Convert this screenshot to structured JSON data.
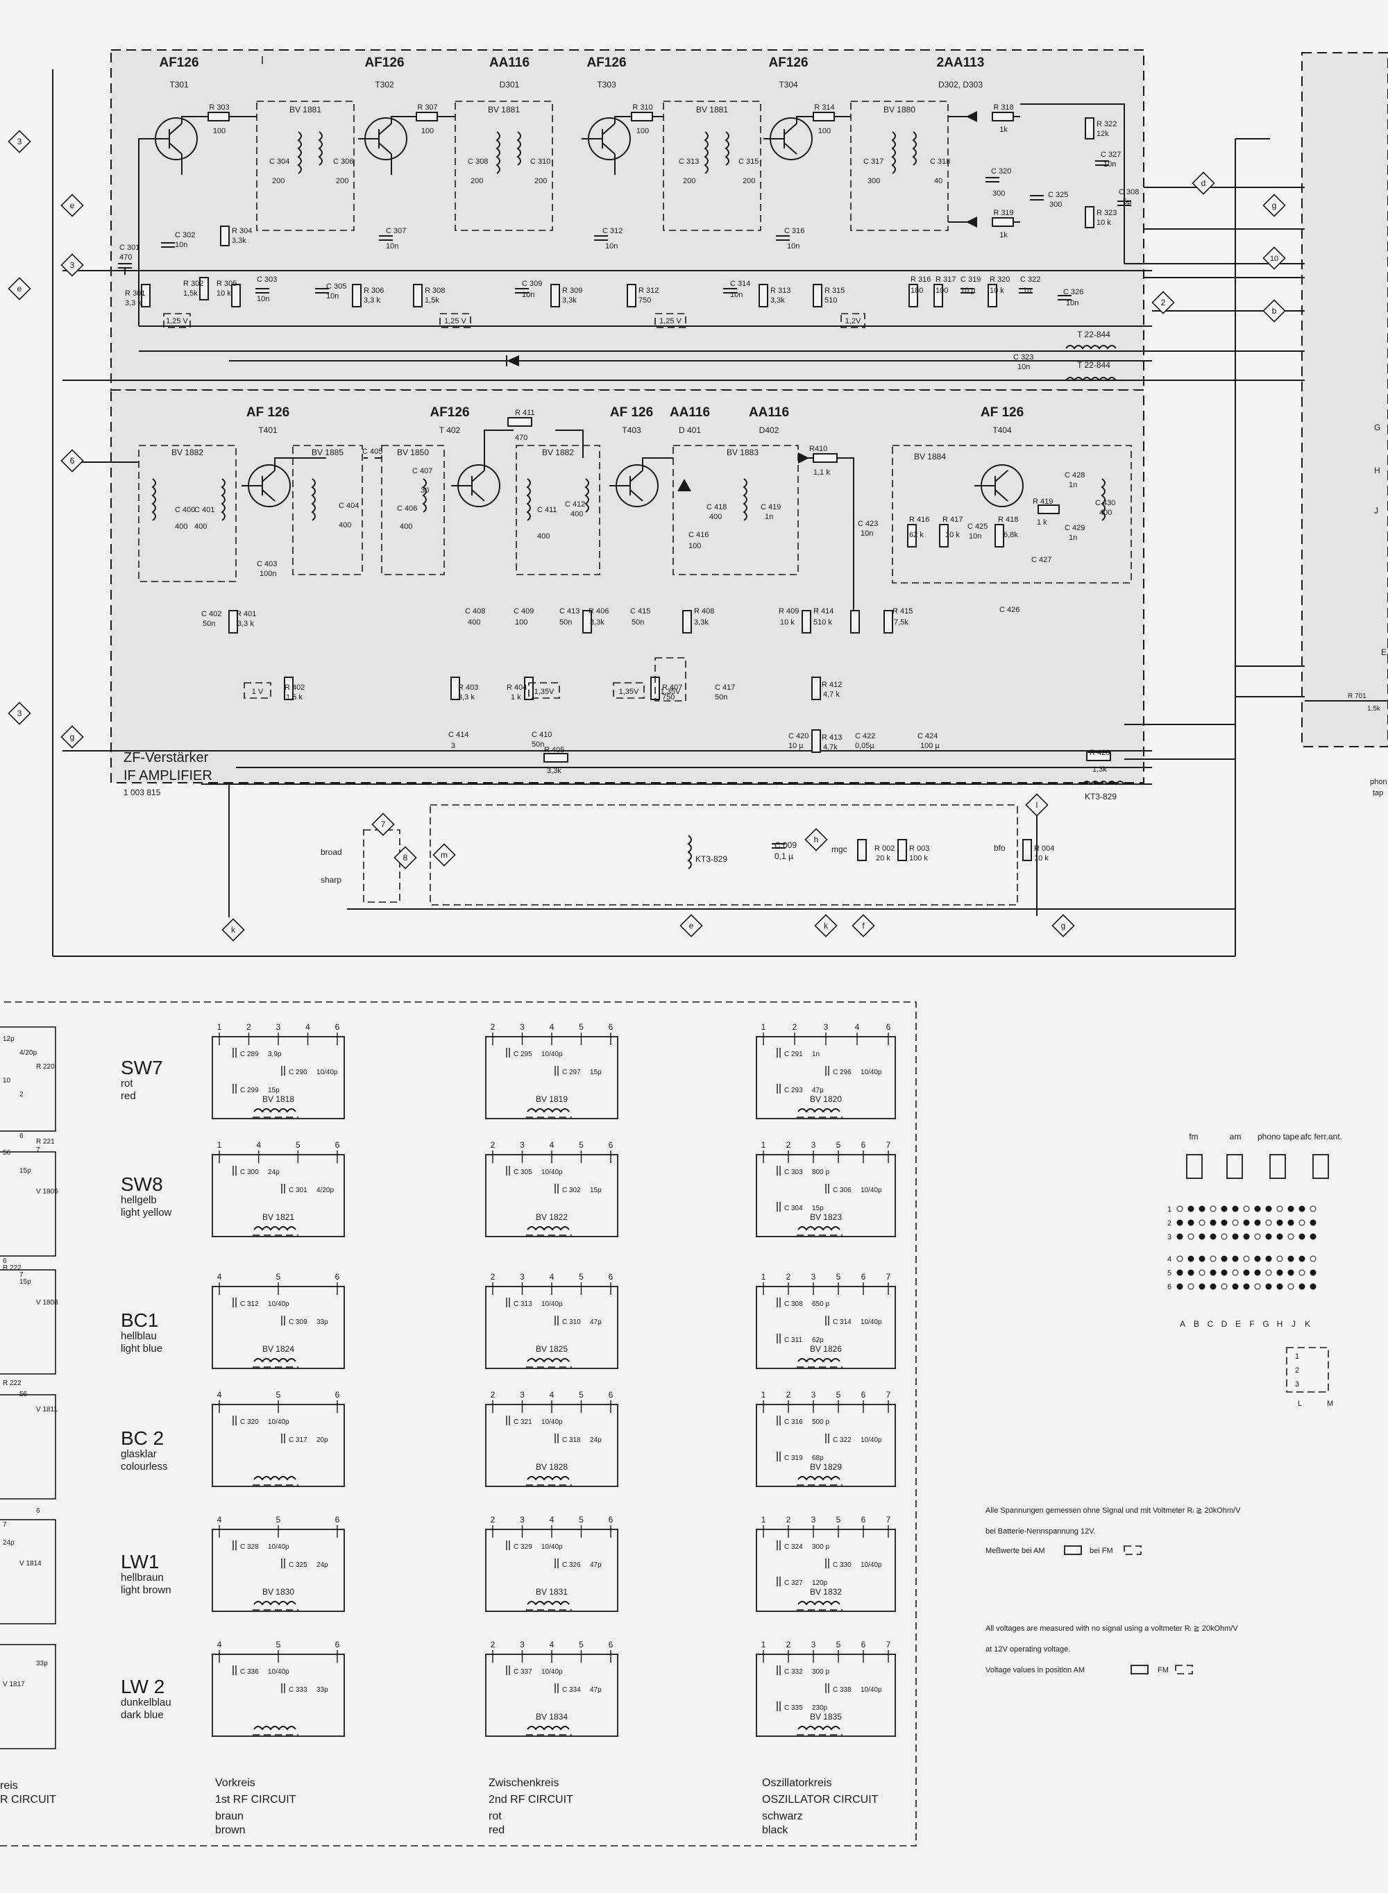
{
  "rf_stage": {
    "transistors": [
      {
        "type": "AF126",
        "ref": "T301"
      },
      {
        "type": "AF126",
        "ref": "T302"
      },
      {
        "type": "AA116",
        "ref": "D301"
      },
      {
        "type": "AF126",
        "ref": "T303"
      },
      {
        "type": "AF126",
        "ref": "T304"
      },
      {
        "type": "2AA113",
        "ref": "D302, D303"
      }
    ],
    "marker_i": "I",
    "coils": [
      "BV 1881",
      "BV 1881",
      "BV 1881",
      "BV 1880"
    ],
    "resistors": [
      "R 303",
      "100",
      "R 307",
      "100",
      "R 310",
      "100",
      "R 314",
      "100",
      "R 318",
      "1k",
      "R 319",
      "1k",
      "R 322",
      "12k",
      "R 323",
      "10 k",
      "R 304",
      "3,3k",
      "R 301",
      "3,3 k",
      "R 302",
      "1,5k",
      "R 305",
      "10 k",
      "R 306",
      "3,3 k",
      "R 308",
      "1,5k",
      "R 309",
      "3,3k",
      "R 312",
      "750",
      "R 313",
      "3,3k",
      "R 315",
      "510",
      "R 316",
      "180",
      "R 317",
      "100",
      "R 320",
      "10 k"
    ],
    "capacitors": [
      "C 301",
      "470",
      "C 302",
      "10n",
      "C 303",
      "10n",
      "C 304",
      "200",
      "C 305",
      "10n",
      "C 306",
      "200",
      "C 307",
      "10n",
      "C 308",
      "200",
      "C 309",
      "10n",
      "C 310",
      "200",
      "C 312",
      "10n",
      "C 313",
      "200",
      "C 314",
      "10n",
      "C 315",
      "200",
      "C 316",
      "10n",
      "C 317",
      "300",
      "C 318",
      "40",
      "C 319",
      "10 µ",
      "C 320",
      "300",
      "C 322",
      "1n",
      "C 323",
      "10n",
      "C 325",
      "300",
      "C 326",
      "10n",
      "C 327",
      "10n",
      "C 308",
      "5µ"
    ],
    "voltages": [
      "1,25 V",
      "1,25 V",
      "1,25 V",
      "1,2V"
    ],
    "transformers": [
      "T 22-844",
      "T 22-844"
    ]
  },
  "if_stage": {
    "transistors": [
      {
        "type": "AF 126",
        "ref": "T401"
      },
      {
        "type": "AF126",
        "ref": "T 402"
      },
      {
        "type": "AF 126",
        "ref": "T403"
      },
      {
        "type": "AA116",
        "ref": "D 401"
      },
      {
        "type": "AA116",
        "ref": "D402"
      },
      {
        "type": "AF 126",
        "ref": "T404"
      }
    ],
    "coils": [
      "BV 1882",
      "BV 1885",
      "BV 1850",
      "BV 1882",
      "BV 1883",
      "BV 1884"
    ],
    "title_de": "ZF-Verstärker",
    "title_en": "IF AMPLIFIER",
    "part_no": "1 003 815",
    "labels": [
      "R 411",
      "470",
      "R410",
      "1,1 k",
      "C 400",
      "400",
      "C 401",
      "400",
      "C 402",
      "50n",
      "R 401",
      "3,3 k",
      "C 403",
      "100n",
      "R 402",
      "1,5 k",
      "C 405",
      "C 404",
      "400",
      "C 406",
      "400",
      "C 407",
      "30",
      "C 408",
      "400",
      "C 409",
      "100",
      "C 411",
      "400",
      "C 412",
      "400",
      "C 413",
      "50n",
      "R 406",
      "3,3k",
      "R 403",
      "3,3 k",
      "R 404",
      "1 k",
      "C 410",
      "50n",
      "R 405",
      "3,3k",
      "C 414",
      "3",
      "C 415",
      "50n",
      "R 407",
      "750",
      "C 417",
      "50n",
      "R 408",
      "3,3k",
      "C 416",
      "100",
      "C 418",
      "400",
      "C 419",
      "1n",
      "C 423",
      "10n",
      "R 409",
      "10 k",
      "R 414",
      "510 k",
      "R 415",
      "7,5k",
      "R 412",
      "4,7 k",
      "R 413",
      "4,7k",
      "C 420",
      "10 µ",
      "C 422",
      "0,05µ",
      "C 424",
      "100 µ",
      "R 416",
      "62 k",
      "R 417",
      "10 k",
      "C 425",
      "10n",
      "R 418",
      "6,8k",
      "R 419",
      "1 k",
      "C 426",
      "C 427",
      "C 428",
      "1n",
      "C 429",
      "1n",
      "C 430",
      "400",
      "R 420",
      "1,3k",
      "KT3-829"
    ],
    "voltages": [
      "1 V",
      "1,35V",
      "1,35V",
      "1,35V"
    ]
  },
  "bottom_controls": {
    "broad": "broad",
    "sharp": "sharp",
    "mgc": "mgc",
    "bfo": "bfo",
    "kt": "KT3-829",
    "c009": "C 009",
    "c009v": "0,1 µ",
    "r002": "R 002",
    "r002v": "20 k",
    "r003": "R 003",
    "r003v": "100 k",
    "r004": "R 004",
    "r004v": "10 k"
  },
  "connectors": [
    "d",
    "g",
    "10",
    "b",
    "h",
    "l",
    "k",
    "e",
    "f",
    "m",
    "7",
    "8",
    "2",
    "3",
    "6"
  ],
  "right_side": {
    "letters": [
      "G",
      "H",
      "J",
      "E"
    ],
    "r701": "R 701",
    "r701v": "1,5k",
    "phono": "phon",
    "tape": "tap"
  },
  "bands": [
    {
      "code": "SW7",
      "de": "rot",
      "en": "red"
    },
    {
      "code": "SW8",
      "de": "hellgelb",
      "en": "light yellow"
    },
    {
      "code": "BC1",
      "de": "hellblau",
      "en": "light blue"
    },
    {
      "code": "BC 2",
      "de": "glasklar",
      "en": "colourless"
    },
    {
      "code": "LW1",
      "de": "hellbraun",
      "en": "light brown"
    },
    {
      "code": "LW 2",
      "de": "dunkelblau",
      "en": "dark blue"
    }
  ],
  "vorkreis": {
    "title_de": "Vorkreis",
    "title_en": "1st RF CIRCUIT",
    "color_de": "braun",
    "color_en": "brown",
    "rows": [
      {
        "coil": "BV 1818",
        "caps": [
          "C 289",
          "3,9p",
          "C 290",
          "10/40p",
          "C 299",
          "15p"
        ],
        "pins": [
          "1",
          "2",
          "3",
          "4",
          "6"
        ]
      },
      {
        "coil": "BV 1821",
        "caps": [
          "C 300",
          "24p",
          "C 301",
          "4/20p"
        ],
        "pins": [
          "1",
          "4",
          "5",
          "6"
        ]
      },
      {
        "coil": "BV 1824",
        "caps": [
          "C 312",
          "10/40p",
          "C 309",
          "33p"
        ],
        "pins": [
          "4",
          "5",
          "6"
        ]
      },
      {
        "coil": "",
        "caps": [
          "C 320",
          "10/40p",
          "C 317",
          "20p"
        ],
        "pins": [
          "4",
          "5",
          "6"
        ]
      },
      {
        "coil": "BV 1830",
        "caps": [
          "C 328",
          "10/40p",
          "C 325",
          "24p"
        ],
        "pins": [
          "4",
          "5",
          "6"
        ]
      },
      {
        "coil": "",
        "caps": [
          "C 336",
          "10/40p",
          "C 333",
          "33p"
        ],
        "pins": [
          "4",
          "5",
          "6"
        ]
      }
    ]
  },
  "zwischenkreis": {
    "title_de": "Zwischenkreis",
    "title_en": "2nd RF CIRCUIT",
    "color_de": "rot",
    "color_en": "red",
    "rows": [
      {
        "coil": "BV 1819",
        "caps": [
          "C 295",
          "10/40p",
          "C 297",
          "15p"
        ],
        "pins": [
          "2",
          "3",
          "4",
          "5",
          "6"
        ]
      },
      {
        "coil": "BV 1822",
        "caps": [
          "C 305",
          "10/40p",
          "C 302",
          "15p"
        ],
        "pins": [
          "2",
          "3",
          "4",
          "5",
          "6"
        ]
      },
      {
        "coil": "BV 1825",
        "caps": [
          "C 313",
          "10/40p",
          "C 310",
          "47p"
        ],
        "pins": [
          "2",
          "3",
          "4",
          "5",
          "6"
        ]
      },
      {
        "coil": "BV 1828",
        "caps": [
          "C 321",
          "10/40p",
          "C 318",
          "24p"
        ],
        "pins": [
          "2",
          "3",
          "4",
          "5",
          "6"
        ]
      },
      {
        "coil": "BV 1831",
        "caps": [
          "C 329",
          "10/40p",
          "C 326",
          "47p"
        ],
        "pins": [
          "2",
          "3",
          "4",
          "5",
          "6"
        ]
      },
      {
        "coil": "BV 1834",
        "caps": [
          "C 337",
          "10/40p",
          "C 334",
          "47p"
        ],
        "pins": [
          "2",
          "3",
          "4",
          "5",
          "6"
        ]
      }
    ]
  },
  "oszillator": {
    "title_de": "Oszillatorkreis",
    "title_en": "OSZILLATOR CIRCUIT",
    "color_de": "schwarz",
    "color_en": "black",
    "rows": [
      {
        "coil": "BV 1820",
        "caps": [
          "C 291",
          "1n",
          "C 296",
          "10/40p",
          "C 293",
          "47p"
        ],
        "pins": [
          "1",
          "2",
          "3",
          "4",
          "6"
        ]
      },
      {
        "coil": "BV 1823",
        "caps": [
          "C 303",
          "800 p",
          "C 306",
          "10/40p",
          "C 304",
          "15p"
        ],
        "pins": [
          "1",
          "2",
          "3",
          "5",
          "6",
          "7"
        ]
      },
      {
        "coil": "BV 1826",
        "caps": [
          "C 308",
          "650 p",
          "C 314",
          "10/40p",
          "C 311",
          "62p"
        ],
        "pins": [
          "1",
          "2",
          "3",
          "5",
          "6",
          "7"
        ]
      },
      {
        "coil": "BV 1829",
        "caps": [
          "C 316",
          "500 p",
          "C 322",
          "10/40p",
          "C 319",
          "68p"
        ],
        "pins": [
          "1",
          "2",
          "3",
          "5",
          "6",
          "7"
        ]
      },
      {
        "coil": "BV 1832",
        "caps": [
          "C 324",
          "300 p",
          "C 330",
          "10/40p",
          "C 327",
          "120p"
        ],
        "pins": [
          "1",
          "2",
          "3",
          "5",
          "6",
          "7"
        ]
      },
      {
        "coil": "BV 1835",
        "caps": [
          "C 332",
          "300 p",
          "C 338",
          "10/40p",
          "C 335",
          "230p"
        ],
        "pins": [
          "1",
          "2",
          "3",
          "5",
          "6",
          "7"
        ]
      }
    ]
  },
  "left_partial": {
    "title_de": "reis",
    "title_en": "R CIRCUIT",
    "labels": [
      "12p",
      "4/20p",
      "R 220",
      "10",
      "2",
      "R 221",
      "56",
      "15p",
      "V 1805",
      "R 222",
      "15p",
      "V 1808",
      "R 222",
      "56",
      "V 1811",
      "24p",
      "V 1814",
      "33p",
      "V 1817",
      "6",
      "7",
      "6",
      "7",
      "6",
      "7"
    ]
  },
  "switch_matrix": {
    "headers": [
      "fm",
      "am",
      "phono tape",
      "afc ferr.ant."
    ],
    "rows": [
      "1",
      "2",
      "3",
      "4",
      "5",
      "6"
    ],
    "cols": [
      "A",
      "B",
      "C",
      "D",
      "E",
      "F",
      "G",
      "H",
      "J",
      "K"
    ],
    "small": [
      "1",
      "2",
      "3",
      "L",
      "M"
    ]
  },
  "notes": {
    "de1": "Alle Spannungen gemessen ohne Signal und mit Voltmeter Rᵢ ≧ 20kOhm/V",
    "de2": "bei Batterie-Nennspannung 12V.",
    "de3": "Meßwerte bei AM",
    "de3b": "bei FM",
    "en1": "All voltages are measured with no signal using a voltmeter Rᵢ ≧ 20kOhm/V",
    "en2": "at 12V operating voltage.",
    "en3": "Voltage values in position AM",
    "en3b": "FM"
  }
}
